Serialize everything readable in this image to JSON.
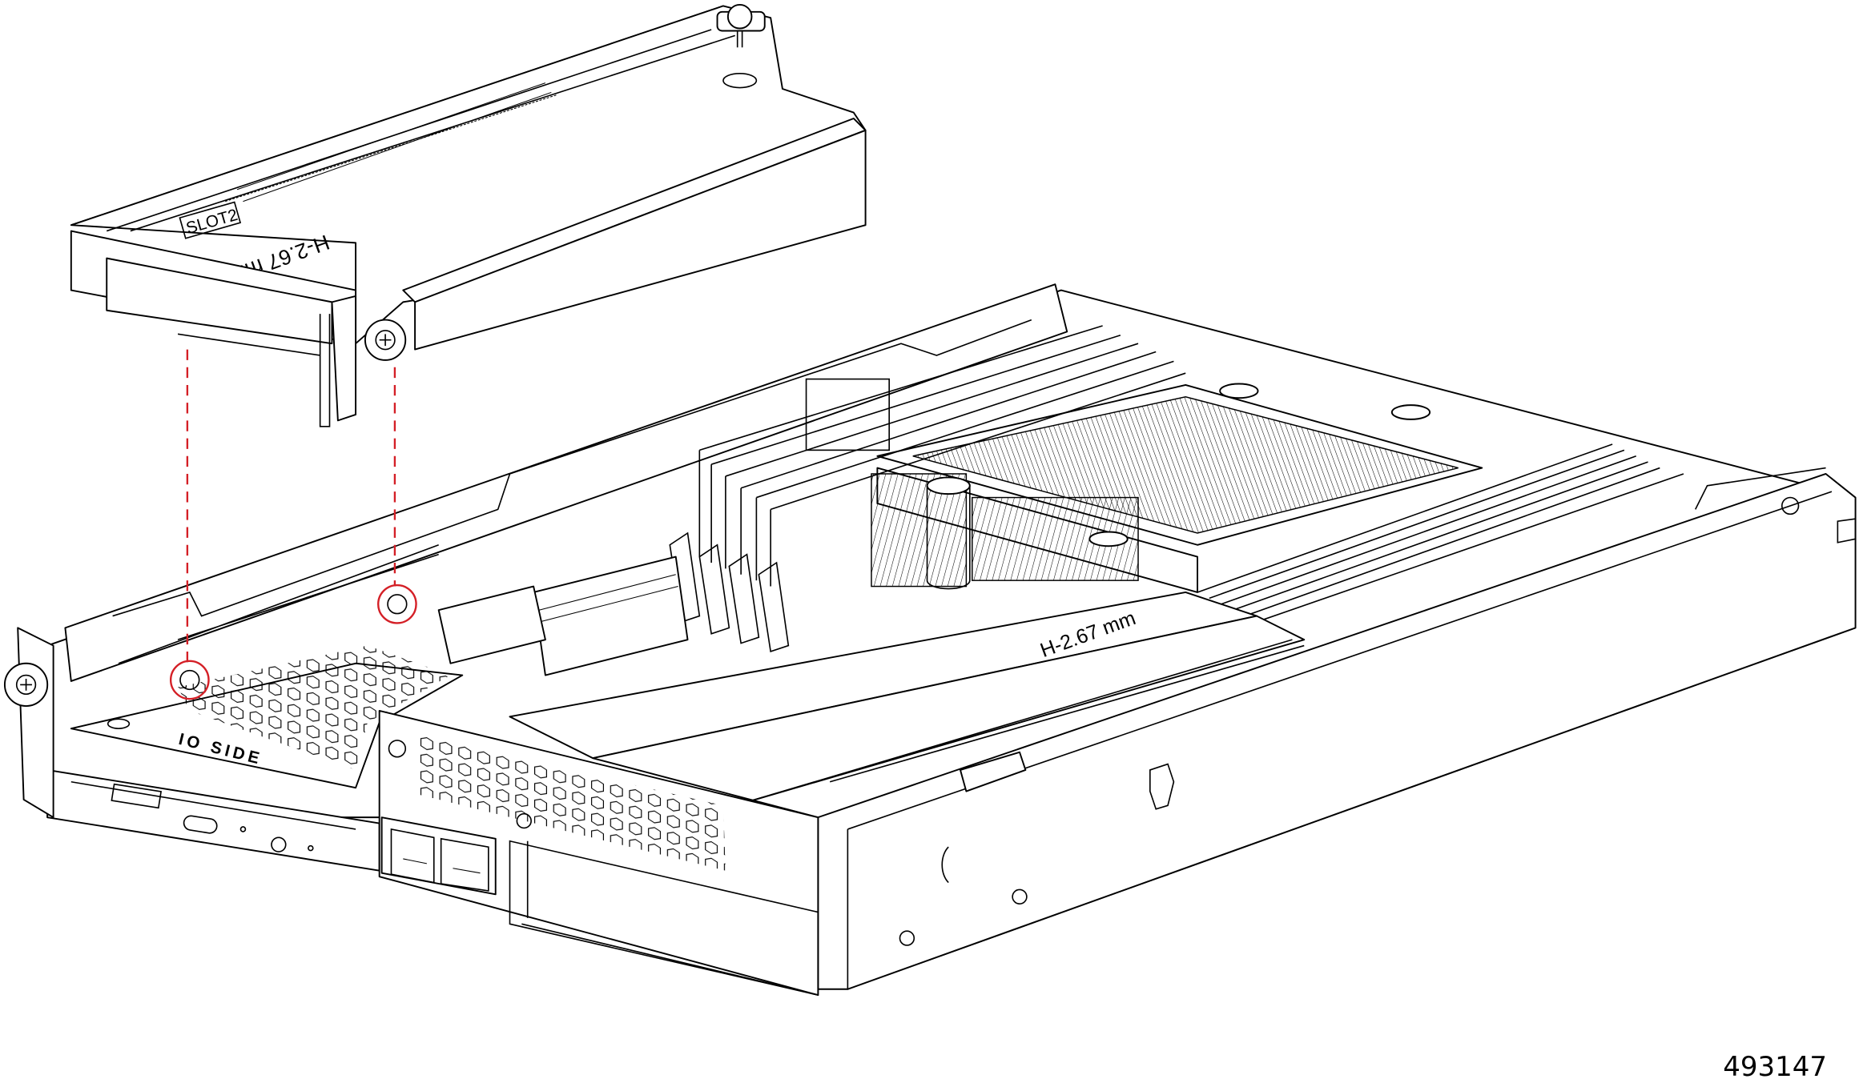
{
  "figure": {
    "number": "493147",
    "labels": {
      "riser_slot": "SLOT2",
      "riser_card_height": "H-2.67 mm",
      "io_side": "IO SIDE",
      "nic_card_height": "H-2.67 mm"
    },
    "colors": {
      "line": "#000000",
      "callout": "#d41f26",
      "background": "#ffffff"
    }
  }
}
